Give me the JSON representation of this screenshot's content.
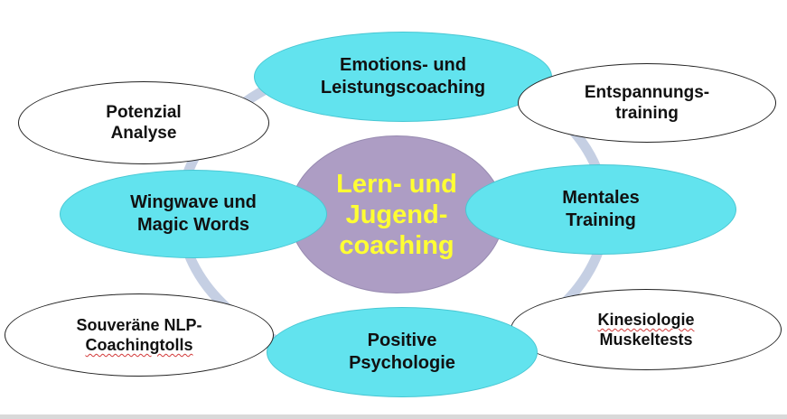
{
  "diagram": {
    "center": {
      "line1": "Lern- und",
      "line2": "Jugend-",
      "line3": "coaching"
    },
    "nodes": {
      "top": {
        "line1": "Emotions- und",
        "line2": "Leistungscoaching"
      },
      "top_right": {
        "line1": "Entspannungs-",
        "line2": "training"
      },
      "right": {
        "line1": "Mentales",
        "line2": "Training"
      },
      "bottom_right": {
        "line1": "Kinesiologie",
        "line2": "Muskeltests"
      },
      "bottom": {
        "line1": "Positive",
        "line2": "Psychologie"
      },
      "bottom_left": {
        "line1": "Souveräne NLP-",
        "line2": "Coachingtolls"
      },
      "left": {
        "line1": "Wingwave und",
        "line2": "Magic Words"
      },
      "top_left": {
        "line1": "Potenzial",
        "line2": "Analyse"
      }
    }
  },
  "colors": {
    "cyan_node": "#62e3ee",
    "center_fill": "#ad9dc4",
    "center_text": "#ffff33",
    "ring": "#c5cfe3"
  }
}
